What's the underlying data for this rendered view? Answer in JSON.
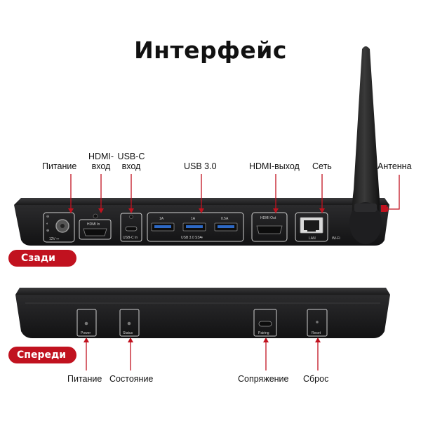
{
  "title": "Интерфейс",
  "colors": {
    "accent": "#c1121f",
    "device": "#1c1c1e",
    "panel": "#2a2a2c"
  },
  "rear": {
    "tag": "Сзади",
    "labels": {
      "power": "Питание",
      "hdmi_in_line1": "HDMI-",
      "hdmi_in_line2": "вход",
      "usbc_line1": "USB-C",
      "usbc_line2": "вход",
      "usb3": "USB 3.0",
      "hdmi_out": "HDMI-выход",
      "net": "Сеть",
      "antenna": "Антенна"
    },
    "port_markings": {
      "voltage": "12V ⎓",
      "hdmi_in": "HDMI In",
      "usbc_in": "USB-C In",
      "usb_a1": "1A",
      "usb_a2": "1A",
      "usb_a3": "0.5A",
      "usb3_caption": "USB 3.0 SS⇆",
      "hdmi_out": "HDMI Out",
      "lan": "LAN",
      "wifi": "Wi-Fi"
    }
  },
  "front": {
    "tag": "Спереди",
    "labels": {
      "power": "Питание",
      "status": "Состояние",
      "pairing": "Сопряжение",
      "reset": "Сброс"
    },
    "button_markings": {
      "power": "Power",
      "status": "Status",
      "pairing": "Pairing",
      "reset": "Reset"
    }
  }
}
